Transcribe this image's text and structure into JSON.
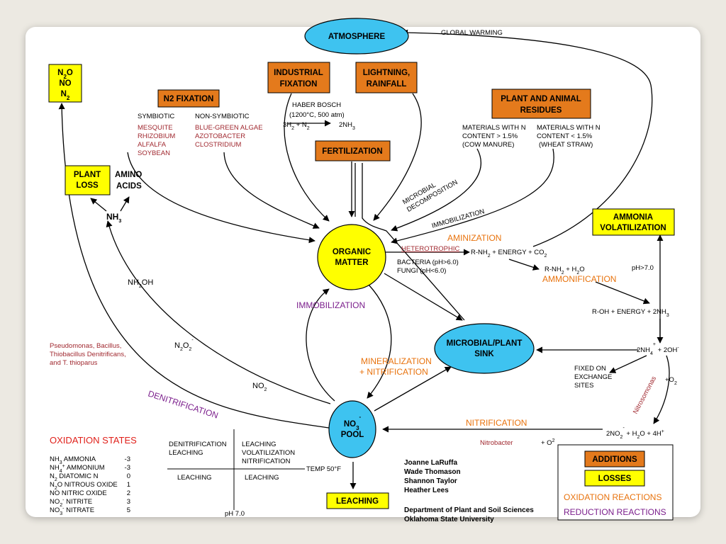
{
  "colors": {
    "orange_box": "#e47a1c",
    "yellow_box": "#ffff00",
    "ellipse_cyan": "#3ec3f0",
    "ellipse_yellow": "#ffff00",
    "oxidation": "#e8720c",
    "reduction": "#7b1e8c",
    "organism": "#a0282f",
    "heading_red": "#e0201a"
  },
  "nodes": {
    "atmosphere": "ATMOSPHERE",
    "organic_matter": [
      "ORGANIC",
      "MATTER"
    ],
    "microbial_sink": [
      "MICROBIAL/PLANT",
      "SINK"
    ],
    "no3_pool": [
      "NO",
      "3",
      "-",
      "POOL"
    ],
    "n2o_box": [
      "N",
      "2",
      "O",
      "NO",
      "N",
      "2"
    ],
    "plant_loss": [
      "PLANT",
      "LOSS"
    ],
    "n2_fixation": "N2 FIXATION",
    "industrial_fixation": [
      "INDUSTRIAL",
      "FIXATION"
    ],
    "lightning": [
      "LIGHTNING,",
      "RAINFALL"
    ],
    "fertilization": "FERTILIZATION",
    "residues": [
      "PLANT AND ANIMAL",
      "RESIDUES"
    ],
    "ammonia_volatilization": [
      "AMMONIA",
      "VOLATILIZATION"
    ],
    "leaching_box": "LEACHING",
    "amino_acids": [
      "AMINO",
      "ACIDS"
    ]
  },
  "labels": {
    "global_warming": "GLOBAL WARMING",
    "symbiotic": "SYMBIOTIC",
    "symbiotic_list": [
      "MESQUITE",
      "RHIZOBIUM",
      "ALFALFA",
      "SOYBEAN"
    ],
    "non_symbiotic": "NON-SYMBIOTIC",
    "non_symbiotic_list": [
      "BLUE-GREEN ALGAE",
      "AZOTOBACTER",
      "CLOSTRIDIUM"
    ],
    "haber_bosch": "HABER BOSCH",
    "haber_conditions": "(1200°C, 500 atm)",
    "haber_eq": [
      "3H",
      "2",
      " + N",
      "2",
      "2NH",
      "3"
    ],
    "materials_high": [
      "MATERIALS WITH N",
      "CONTENT > 1.5%",
      "(COW MANURE)"
    ],
    "materials_low": [
      "MATERIALS WITH N",
      "CONTENT < 1.5%",
      "(WHEAT STRAW)"
    ],
    "microbial_decomposition": [
      "MICROBIAL",
      "DECOMPOSITION"
    ],
    "immobilization_small": "IMMOBILIZATION",
    "aminization": "AMINIZATION",
    "heterotrophic": "HETEROTROPHIC",
    "aminization_eq": [
      "R-NH",
      "2",
      " + ENERGY + CO",
      "2"
    ],
    "bacteria": "BACTERIA (pH>6.0)",
    "fungi": "FUNGI (pH<6.0)",
    "ammonification_eq": [
      "R-NH",
      "2",
      " + H",
      "2",
      "O"
    ],
    "ammonification": "AMMONIFICATION",
    "roh_eq": [
      "R-OH + ENERGY + 2NH",
      "3"
    ],
    "ph7": "pH>7.0",
    "nh4_eq": [
      "2NH",
      "4",
      "+",
      " + 2OH",
      "-"
    ],
    "fixed_sites": [
      "FIXED ON",
      "EXCHANGE",
      "SITES"
    ],
    "plus_o2": [
      "+O",
      "2"
    ],
    "nitrosomonas": "Nitrosomonas",
    "no2_eq": [
      "2NO",
      "2",
      "-",
      " + H",
      "2",
      "O + 4H",
      "+"
    ],
    "nitrification": "NITRIFICATION",
    "nitrobacter": "Nitrobacter",
    "plus_o_sup": [
      "+ O",
      "2"
    ],
    "nh3": [
      "NH",
      "3"
    ],
    "nh2oh": [
      "NH",
      "2",
      "OH"
    ],
    "n2o2": [
      "N",
      "2",
      "O",
      "2",
      "-"
    ],
    "no2": [
      "NO",
      "2",
      "-"
    ],
    "denitrification": "DENITRIFICATION",
    "immobilization_big": "IMMOBILIZATION",
    "mineralization": [
      "MINERALIZATION",
      "+ NITRIFICATION"
    ],
    "organisms": [
      "Pseudomonas, Bacillus,",
      "Thiobacillus Denitrificans,",
      "and T. thioparus"
    ],
    "quad_tl": [
      "DENITRIFICATION",
      "LEACHING"
    ],
    "quad_tr": [
      "LEACHING",
      "VOLATILIZATION",
      "NITRIFICATION"
    ],
    "quad_bl": "LEACHING",
    "quad_br": "LEACHING",
    "temp": "TEMP 50°F",
    "ph_axis": "pH 7.0"
  },
  "oxidation_states": {
    "title": "OXIDATION STATES",
    "rows": [
      {
        "name": [
          "NH",
          "3",
          " AMMONIA"
        ],
        "value": "-3"
      },
      {
        "name": [
          "NH",
          "4",
          "+",
          " AMMONIUM"
        ],
        "value": "-3"
      },
      {
        "name": [
          "N",
          "2",
          " DIATOMIC N"
        ],
        "value": "0"
      },
      {
        "name": [
          "N",
          "2",
          "O NITROUS OXIDE"
        ],
        "value": "1"
      },
      {
        "name": [
          "NO NITRIC OXIDE"
        ],
        "value": "2"
      },
      {
        "name": [
          "NO",
          "2",
          "-",
          " NITRITE"
        ],
        "value": "3"
      },
      {
        "name": [
          "NO",
          "3",
          "-",
          " NITRATE"
        ],
        "value": "5"
      }
    ]
  },
  "credits": {
    "authors": [
      "Joanne LaRuffa",
      "Wade Thomason",
      "Shannon Taylor",
      "Heather Lees"
    ],
    "institution": [
      "Department of Plant and Soil Sciences",
      "Oklahoma State University"
    ]
  },
  "legend": {
    "additions": "ADDITIONS",
    "losses": "LOSSES",
    "oxidation": "OXIDATION REACTIONS",
    "reduction": "REDUCTION REACTIONS"
  }
}
